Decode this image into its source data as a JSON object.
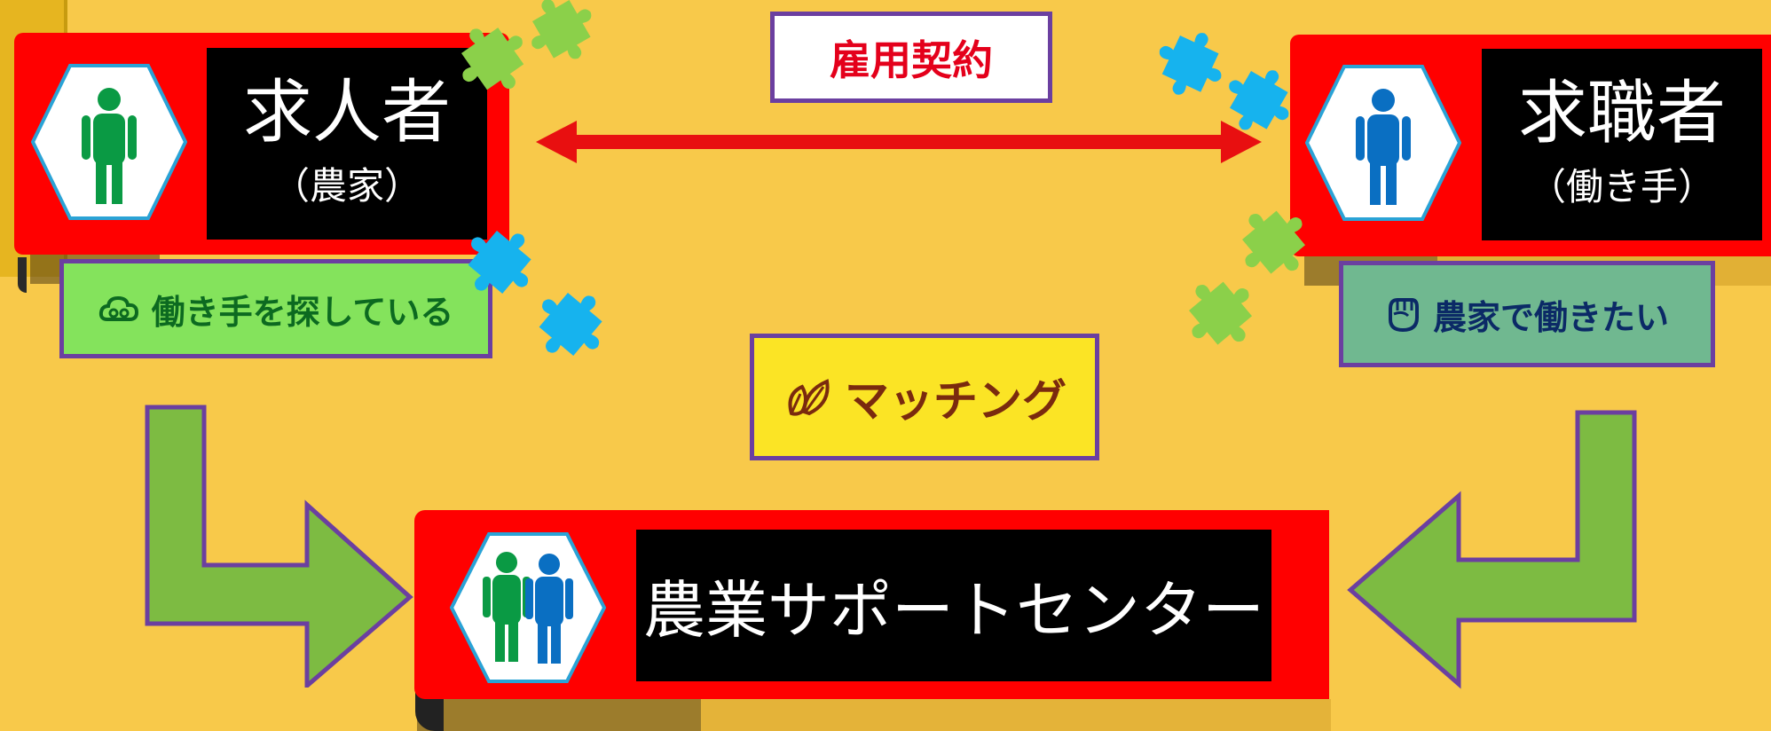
{
  "employer": {
    "title": "求人者",
    "subtitle": "（農家）"
  },
  "seeker": {
    "title": "求職者",
    "subtitle": "（働き手）"
  },
  "contract": {
    "label": "雇用契約"
  },
  "employer_need": {
    "label": "働き手を探している"
  },
  "seeker_need": {
    "label": "農家で働きたい"
  },
  "matching": {
    "label": "マッチング"
  },
  "center": {
    "label": "農業サポートセンター"
  },
  "colors": {
    "background": "#f8c94a",
    "card_red": "#ff0000",
    "arrow_green": "#7dbb42",
    "border_purple": "#6b3fa0",
    "person_green": "#0a9a44",
    "person_blue": "#0a6fc2",
    "puzzle_green": "#8bd04a",
    "puzzle_blue": "#16b3ee"
  },
  "icons": [
    "person-icon",
    "two-people-icon",
    "puzzle-piece-icon",
    "double-arrow-icon",
    "cloud-icon",
    "fist-icon",
    "leaf-icon"
  ]
}
